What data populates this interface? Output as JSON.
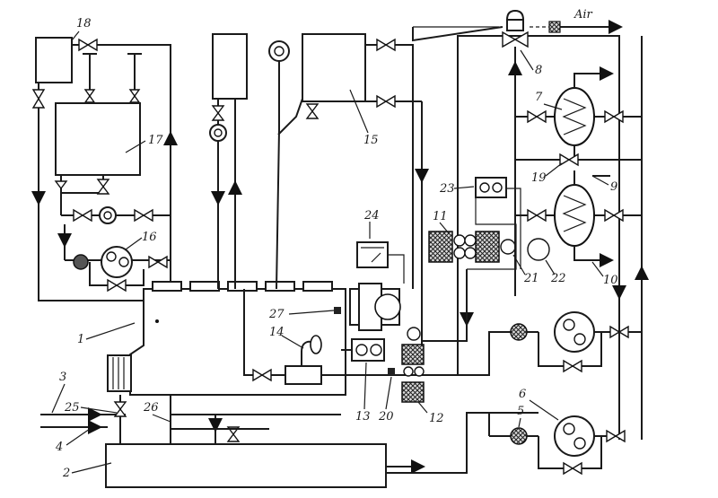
{
  "labels": {
    "l1": "1",
    "l2": "2",
    "l3": "3",
    "l4": "4",
    "l5": "5",
    "l6": "6",
    "l7": "7",
    "l8": "8",
    "l9": "9",
    "l10": "10",
    "l11": "11",
    "l12": "12",
    "l13": "13",
    "l14": "14",
    "l15": "15",
    "l16": "16",
    "l17": "17",
    "l18": "18",
    "l19": "19",
    "l20": "20",
    "l21": "21",
    "l22": "22",
    "l23": "23",
    "l24": "24",
    "l25": "25",
    "l26": "26",
    "l27": "27",
    "air": "Air"
  }
}
